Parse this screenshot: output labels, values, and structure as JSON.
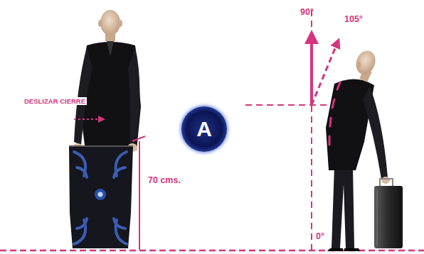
{
  "diagram": {
    "nodes": [
      {
        "text": [
          "A"
        ]
      }
    ],
    "labels": [
      "DESLIZAR CIERRE",
      "70 cms.",
      "90°",
      "105°",
      "0°"
    ]
  }
}
